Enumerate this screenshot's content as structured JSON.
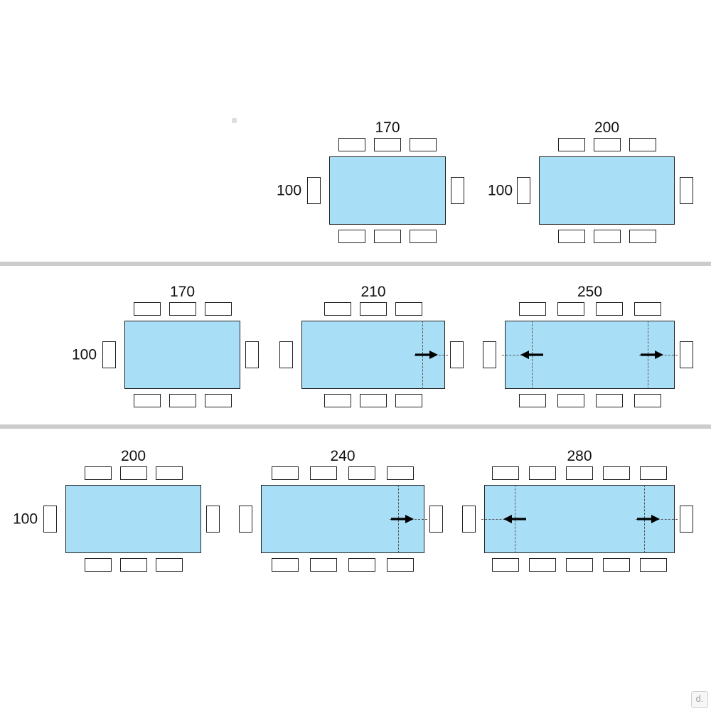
{
  "colors": {
    "table_fill": "#a8dff7",
    "outline": "#222222",
    "divider": "#cccccc",
    "background": "#ffffff"
  },
  "watermark": {
    "text": "d."
  },
  "rows": [
    {
      "name": "row-1",
      "tables": [
        {
          "width_label": "170",
          "depth_label": "100",
          "width": 170,
          "depth": 100,
          "chairs_per_side": 3,
          "head_chairs": true,
          "extension": "none"
        },
        {
          "width_label": "200",
          "depth_label": "100",
          "width": 200,
          "depth": 100,
          "chairs_per_side": 3,
          "head_chairs": true,
          "extension": "none"
        }
      ]
    },
    {
      "name": "row-2",
      "tables": [
        {
          "width_label": "170",
          "depth_label": "100",
          "width": 170,
          "depth": 100,
          "chairs_per_side": 3,
          "head_chairs": true,
          "extension": "none"
        },
        {
          "width_label": "210",
          "depth_label": "",
          "width": 210,
          "depth": 100,
          "chairs_per_side": 3,
          "head_chairs": true,
          "extension": "right"
        },
        {
          "width_label": "250",
          "depth_label": "",
          "width": 250,
          "depth": 100,
          "chairs_per_side": 4,
          "head_chairs": true,
          "extension": "both"
        }
      ]
    },
    {
      "name": "row-3",
      "tables": [
        {
          "width_label": "200",
          "depth_label": "100",
          "width": 200,
          "depth": 100,
          "chairs_per_side": 3,
          "head_chairs": true,
          "extension": "none"
        },
        {
          "width_label": "240",
          "depth_label": "",
          "width": 240,
          "depth": 100,
          "chairs_per_side": 4,
          "head_chairs": true,
          "extension": "right"
        },
        {
          "width_label": "280",
          "depth_label": "",
          "width": 280,
          "depth": 100,
          "chairs_per_side": 5,
          "head_chairs": true,
          "extension": "both"
        }
      ]
    }
  ]
}
